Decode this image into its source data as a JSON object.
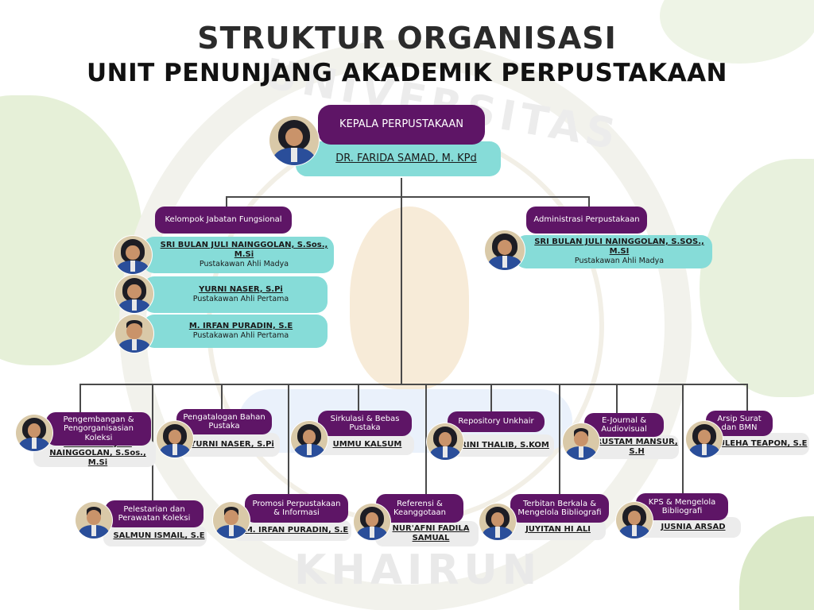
{
  "title": {
    "line1": "STRUKTUR ORGANISASI",
    "line2": "UNIT PENUNJANG AKADEMIK PERPUSTAKAAN"
  },
  "watermark": {
    "top_text": "UNIVERSITAS",
    "bottom_text": "KHAIRUN"
  },
  "head": {
    "role": "KEPALA PERPUSTAKAAN",
    "name": "DR. FARIDA SAMAD, M. KPd"
  },
  "functional_group": {
    "role": "Kelompok Jabatan Fungsional",
    "members": [
      {
        "name": "SRI BULAN JULI NAINGGOLAN, S.Sos., M.Si",
        "position": "Pustakawan Ahli Madya"
      },
      {
        "name": "YURNI NASER, S.Pi",
        "position": "Pustakawan Ahli Pertama"
      },
      {
        "name": "M. IRFAN PURADIN, S.E",
        "position": "Pustakawan Ahli Pertama"
      }
    ]
  },
  "administration": {
    "role": "Administrasi Perpustakaan",
    "name": "SRI BULAN JULI NAINGGOLAN, S.SOS., M.SI",
    "position": "Pustakawan Ahli Madya"
  },
  "units_top": [
    {
      "role": "Pengembangan & Pengorganisasian Koleksi",
      "name": "SRI BULAN JULI NAINGGOLAN, S.Sos., M.Si"
    },
    {
      "role": "Pengatalogan Bahan Pustaka",
      "name": "YURNI NASER, S.Pi"
    },
    {
      "role": "Sirkulasi & Bebas Pustaka",
      "name": "UMMU KALSUM"
    },
    {
      "role": "Repository Unkhair",
      "name": "RINI THALIB, S.KOM"
    },
    {
      "role": "E-Journal & Audiovisual",
      "name": "RUSTAM MANSUR, S.H"
    },
    {
      "role": "Arsip Surat dan BMN",
      "name": "ZULEHA TEAPON, S.E"
    }
  ],
  "units_bottom": [
    {
      "role": "Pelestarian dan Perawatan Koleksi",
      "name": "SALMUN ISMAIL, S.E"
    },
    {
      "role": "Promosi Perpustakaan & Informasi",
      "name": "M. IRFAN PURADIN, S.E"
    },
    {
      "role": "Referensi & Keanggotaan",
      "name": "NUR'AFNI FADILA SAMUAL"
    },
    {
      "role": "Terbitan Berkala & Mengelola Bibliografi",
      "name": "JUYITAN HI ALI"
    },
    {
      "role": "KPS & Mengelola Bibliografi",
      "name": "JUSNIA ARSAD"
    }
  ],
  "colors": {
    "role_pill": "#5e1566",
    "name_card_teal": "#86dcd8",
    "name_card_grey": "#ececec",
    "connector": "#4a4a4a",
    "leaf_green": "#e3eed4"
  }
}
